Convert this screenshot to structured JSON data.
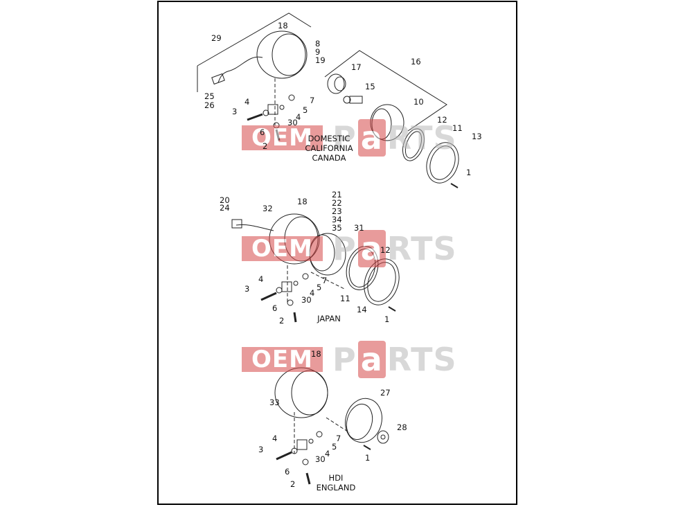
{
  "watermark": {
    "oem": "OEM",
    "parts_pre": "P",
    "parts_a": "a",
    "parts_post": "RTS"
  },
  "regions": {
    "domestic": [
      "DOMESTIC",
      "CALIFORNIA",
      "CANADA"
    ],
    "japan": [
      "JAPAN"
    ],
    "hdi": [
      "HDI",
      "ENGLAND"
    ]
  },
  "callouts": {
    "top": [
      "18",
      "29",
      "8",
      "9",
      "19",
      "16",
      "17",
      "15",
      "25",
      "26",
      "4",
      "3",
      "7",
      "5",
      "4",
      "30",
      "10",
      "6",
      "2",
      "12",
      "11",
      "13",
      "1"
    ],
    "middle": [
      "20",
      "24",
      "18",
      "21",
      "22",
      "23",
      "34",
      "35",
      "32",
      "31",
      "12",
      "4",
      "7",
      "3",
      "5",
      "4",
      "30",
      "11",
      "6",
      "14",
      "1",
      "2"
    ],
    "bottom": [
      "18",
      "27",
      "33",
      "28",
      "7",
      "4",
      "3",
      "5",
      "4",
      "30",
      "1",
      "6",
      "2"
    ]
  }
}
